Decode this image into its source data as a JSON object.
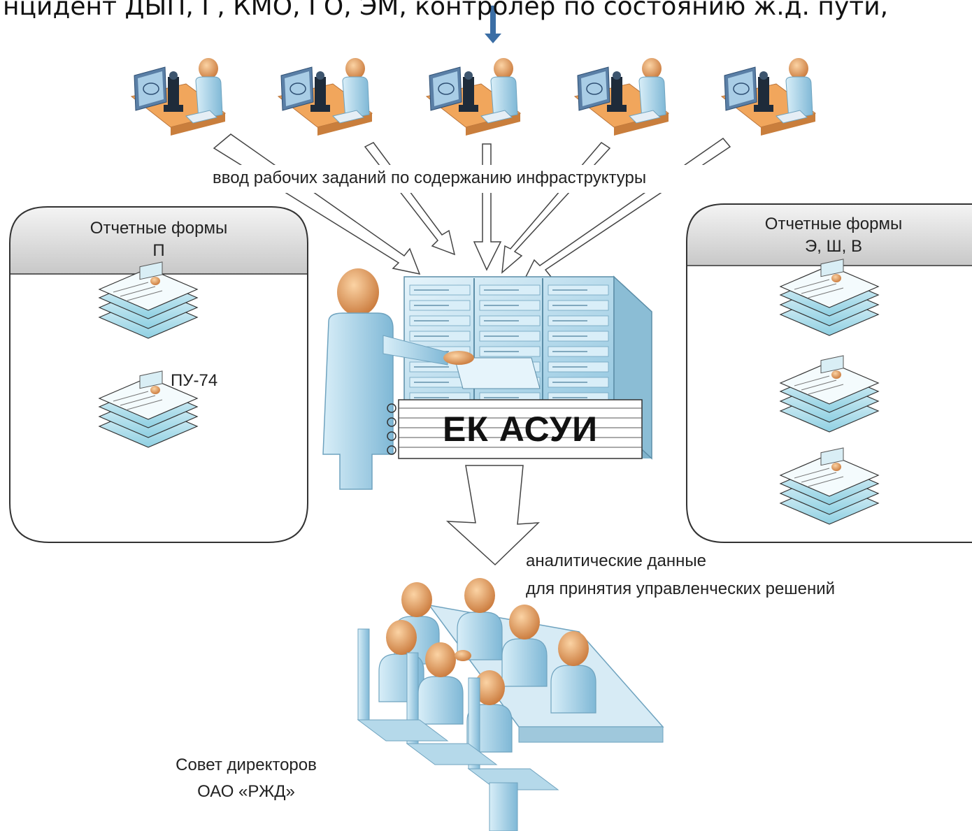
{
  "top_caption": "нцидент  ДЫП, Г, КМО, ГО, ЭМ, контролер по состоянию ж.д. пути,",
  "workers_caption": "ввод рабочих заданий по содержанию инфраструктуры",
  "left_panel": {
    "title_line1": "Отчетные формы",
    "title_line2": "П",
    "doc_label": "ПУ-74"
  },
  "right_panel": {
    "title_line1": "Отчетные формы",
    "title_line2": "Э, Ш, В"
  },
  "system_label": "ЕК АСУИ",
  "analytics_caption": {
    "line1": "аналитические данные",
    "line2": "для принятия управленческих решений"
  },
  "board_caption": {
    "line1": "Совет директоров",
    "line2": "ОАО «РЖД»"
  },
  "colors": {
    "panel_border": "#333333",
    "panel_header": "#d8d8d8",
    "figure_skin": "#e8a25e",
    "figure_body": "#9fd0e6",
    "server_body": "#bfe0ee",
    "top_arrow": "#3b6ea5"
  }
}
